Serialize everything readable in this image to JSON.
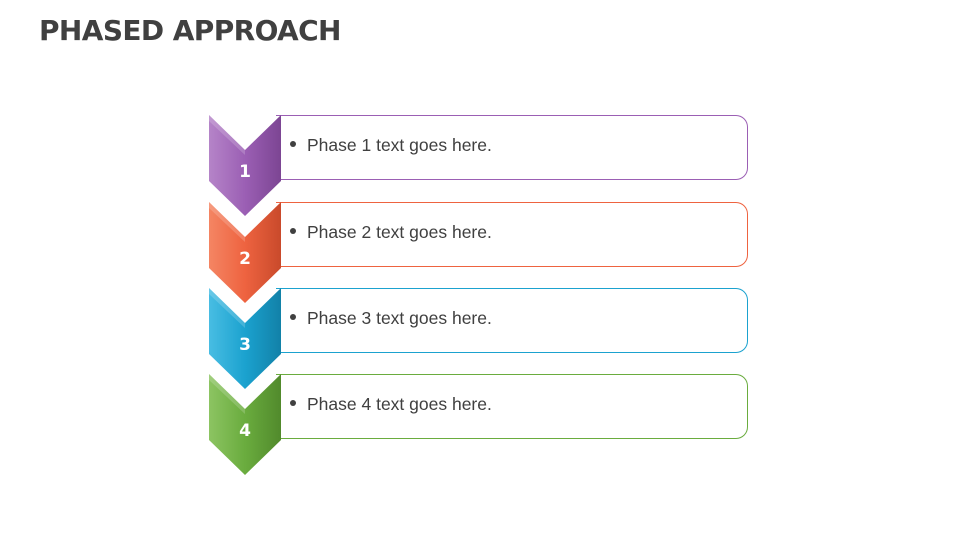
{
  "title": "PHASED APPROACH",
  "phases": [
    {
      "number": "1",
      "text": "Phase 1 text goes here.",
      "color": "#9b5fb4",
      "light": "#b584c8",
      "dark": "#7c4593"
    },
    {
      "number": "2",
      "text": "Phase 2 text goes here.",
      "color": "#ee6340",
      "light": "#f48563",
      "dark": "#c94a2b"
    },
    {
      "number": "3",
      "text": "Phase 3 text goes here.",
      "color": "#1ba2cf",
      "light": "#48bde3",
      "dark": "#1281a8"
    },
    {
      "number": "4",
      "text": "Phase 4 text goes here.",
      "color": "#6aac3e",
      "light": "#8cc462",
      "dark": "#518a2c"
    }
  ]
}
